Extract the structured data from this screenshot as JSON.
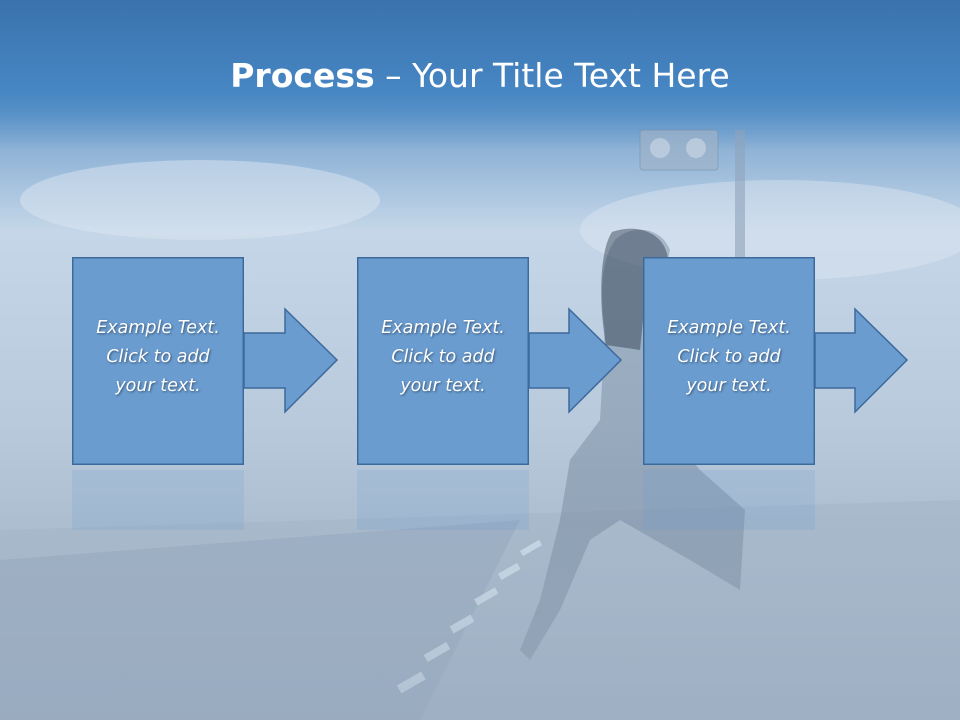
{
  "slide": {
    "title_bold": "Process",
    "title_rest": " – Your Title Text Here",
    "steps": [
      {
        "text": "Example Text. Click  to add your text."
      },
      {
        "text": "Example Text. Click  to add your text."
      },
      {
        "text": "Example Text. Click  to add your text."
      }
    ],
    "colors": {
      "header_blue": "#3f79b3",
      "box_fill": "#6a9cd0",
      "box_border": "#3d6a9c",
      "text": "#ffffff"
    }
  }
}
